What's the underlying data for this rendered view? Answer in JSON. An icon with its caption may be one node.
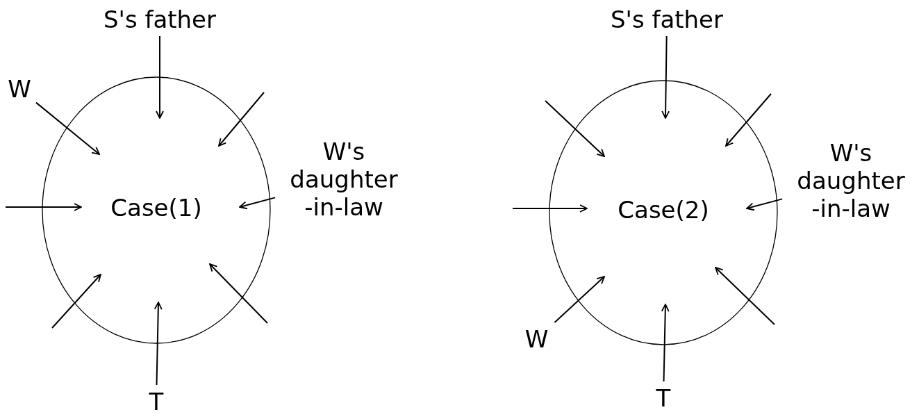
{
  "diagram": {
    "nodes": [
      {
        "text": [
          "Case(1)"
        ]
      },
      {
        "text": [
          "S's father"
        ]
      },
      {
        "text": [
          "W"
        ]
      },
      {
        "text": [
          "W's daughter -in-law"
        ]
      },
      {
        "text": [
          "T"
        ]
      },
      {
        "text": [
          "Case(2)"
        ]
      },
      {
        "text": [
          "S's father"
        ]
      },
      {
        "text": [
          "W's daughter -in-law"
        ]
      },
      {
        "text": [
          "W"
        ]
      },
      {
        "text": [
          "T"
        ]
      }
    ],
    "edges": [
      {
        "from": 1,
        "to": 0,
        "arrow": "to"
      },
      {
        "from": 2,
        "to": 0,
        "arrow": "to"
      },
      {
        "from": null,
        "to": 0,
        "arrow": "to"
      },
      {
        "from": null,
        "to": 0,
        "arrow": "to"
      },
      {
        "from": 3,
        "to": 0,
        "arrow": "to"
      },
      {
        "from": null,
        "to": 0,
        "arrow": "to"
      },
      {
        "from": 4,
        "to": 0,
        "arrow": "to"
      },
      {
        "from": null,
        "to": 0,
        "arrow": "to"
      },
      {
        "from": 6,
        "to": 5,
        "arrow": "to"
      },
      {
        "from": null,
        "to": 5,
        "arrow": "to"
      },
      {
        "from": null,
        "to": 5,
        "arrow": "to"
      },
      {
        "from": null,
        "to": 5,
        "arrow": "to"
      },
      {
        "from": 7,
        "to": 5,
        "arrow": "to"
      },
      {
        "from": 8,
        "to": 5,
        "arrow": "to"
      },
      {
        "from": 9,
        "to": 5,
        "arrow": "to"
      },
      {
        "from": null,
        "to": 5,
        "arrow": "to"
      }
    ]
  }
}
